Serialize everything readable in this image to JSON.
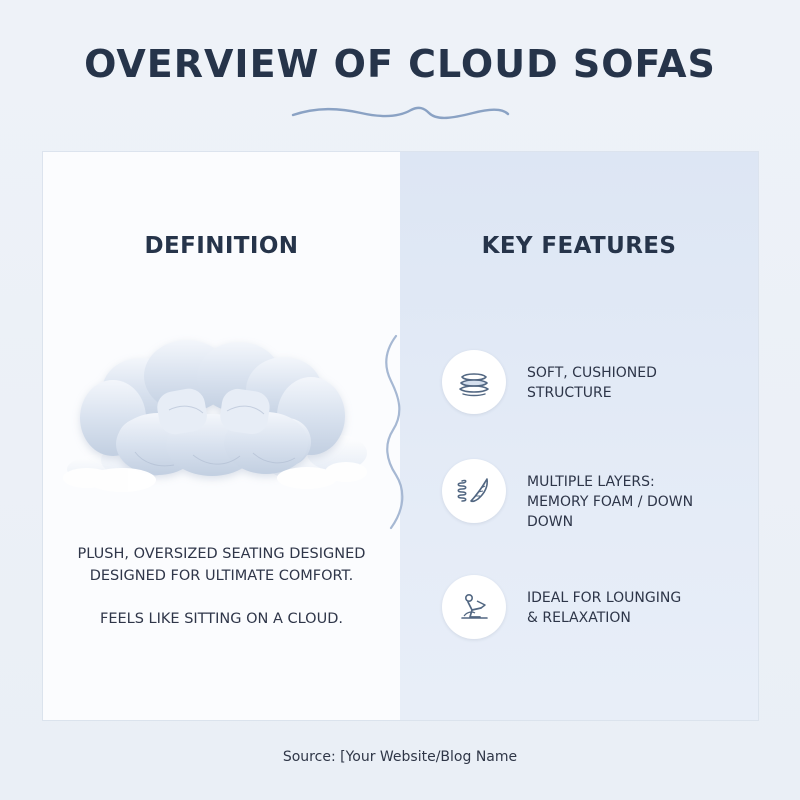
{
  "header": {
    "title": "OVERVIEW OF CLOUD SOFAS"
  },
  "left": {
    "section_title": "DEFINITION",
    "image_subject": "cloud-sofa",
    "description_lines": [
      "PLUSH, OVERSIZED SEATING DESIGNED DESIGNED FOR ULTIMATE COMFORT.",
      "FEELS LIKE SITTING ON A CLOUD."
    ]
  },
  "right": {
    "section_title": "KEY FEATURES",
    "features": [
      {
        "icon": "cushion-stack-icon",
        "text": "SOFT, CUSHIONED\nSTRUCTURE"
      },
      {
        "icon": "spring-feather-icon",
        "text": "MULTIPLE LAYERS:\nMEMORY FOAM / DOWN\nDOWN"
      },
      {
        "icon": "lounging-person-icon",
        "text": "IDEAL FOR LOUNGING\n& RELAXATION"
      }
    ]
  },
  "footer": {
    "source": "Source: [Your Website/Blog Name"
  },
  "colors": {
    "title": "#26344a",
    "left_panel": "#fbfcfe",
    "right_panel": "#dde6f4",
    "accent": "#8aa2c4",
    "icon": "#526782"
  }
}
